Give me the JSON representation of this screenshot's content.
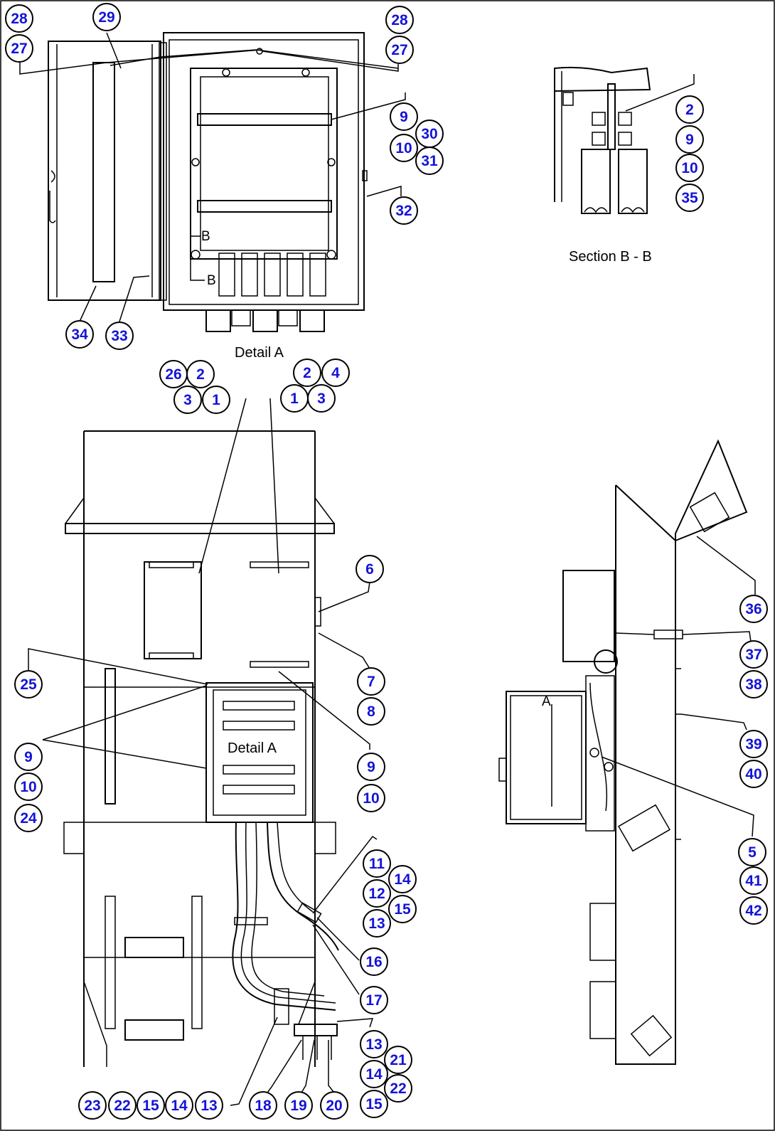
{
  "captions": {
    "detail_a": "Detail A",
    "section_bb": "Section B - B",
    "detail_a_callout": "Detail A",
    "section_marker_b_top": "B",
    "section_marker_b_bottom": "B",
    "side_view_marker": "A"
  },
  "callouts": [
    "28",
    "27",
    "29",
    "28",
    "27",
    "9",
    "30",
    "10",
    "31",
    "32",
    "34",
    "33",
    "2",
    "9",
    "10",
    "35",
    "26",
    "2",
    "3",
    "1",
    "2",
    "4",
    "1",
    "3",
    "6",
    "7",
    "8",
    "9",
    "10",
    "25",
    "9",
    "10",
    "24",
    "11",
    "14",
    "12",
    "15",
    "13",
    "16",
    "17",
    "13",
    "21",
    "14",
    "22",
    "15",
    "23",
    "22",
    "15",
    "14",
    "13",
    "18",
    "19",
    "20",
    "36",
    "37",
    "38",
    "39",
    "40",
    "5",
    "41",
    "42"
  ]
}
